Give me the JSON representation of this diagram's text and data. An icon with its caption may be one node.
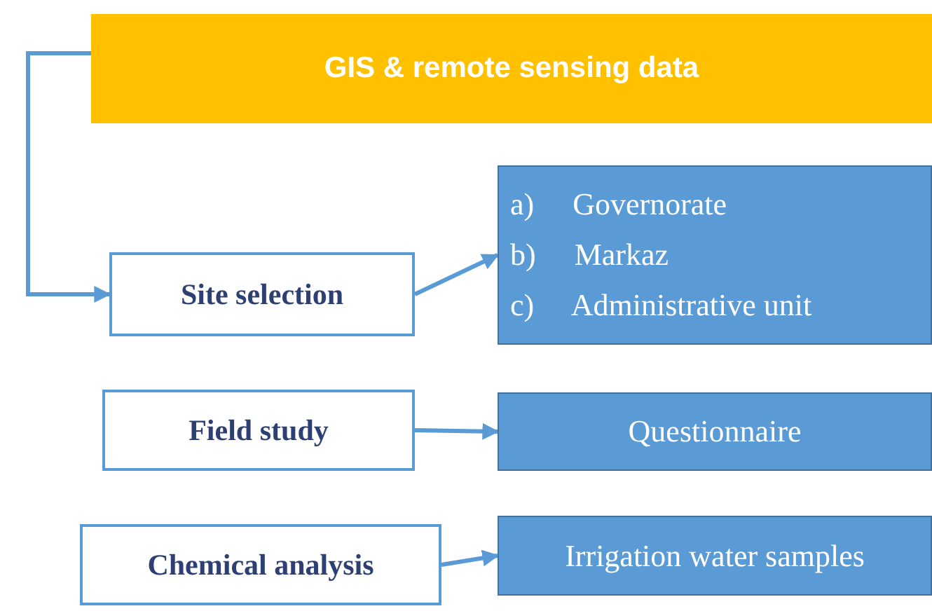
{
  "diagram": {
    "nodes": [
      {
        "text": [
          "GIS & remote sensing data"
        ]
      },
      {
        "text": [
          "Site selection"
        ]
      },
      {
        "text": [
          "a) Governorate",
          "b) Markaz",
          "c) Administrative unit"
        ]
      },
      {
        "text": [
          "Field study"
        ]
      },
      {
        "text": [
          "Questionnaire"
        ]
      },
      {
        "text": [
          "Chemical analysis"
        ]
      },
      {
        "text": [
          "Irrigation water samples"
        ]
      }
    ],
    "edges": [
      {
        "from": 0,
        "to": 1,
        "arrow": "to"
      },
      {
        "from": 1,
        "to": 2,
        "arrow": "to"
      },
      {
        "from": 3,
        "to": 4,
        "arrow": "to"
      },
      {
        "from": 5,
        "to": 6,
        "arrow": "to"
      }
    ]
  }
}
